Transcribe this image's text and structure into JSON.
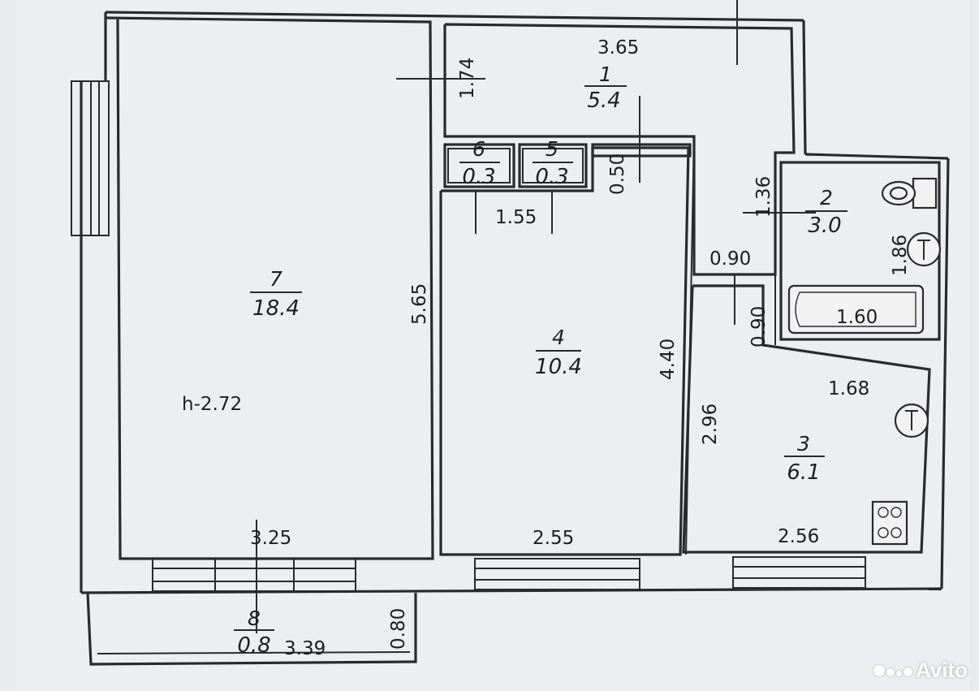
{
  "rooms": [
    {
      "id": "1",
      "number": "1",
      "area": "5.4"
    },
    {
      "id": "2",
      "number": "2",
      "area": "3.0"
    },
    {
      "id": "3",
      "number": "3",
      "area": "6.1"
    },
    {
      "id": "4",
      "number": "4",
      "area": "10.4"
    },
    {
      "id": "5",
      "number": "5",
      "area": "0.3"
    },
    {
      "id": "6",
      "number": "6",
      "area": "0.3"
    },
    {
      "id": "7",
      "number": "7",
      "area": "18.4"
    },
    {
      "id": "8",
      "number": "8",
      "area": "0.8"
    }
  ],
  "ceiling_height": "h-2.72",
  "dimensions": {
    "d_3_65": "3.65",
    "d_1_74": "1.74",
    "d_0_50": "0.50",
    "d_1_55": "1.55",
    "d_1_36": "1.36",
    "d_0_90_h": "0.90",
    "d_0_90_v": "0.90",
    "d_1_86": "1.86",
    "d_1_60": "1.60",
    "d_5_65": "5.65",
    "d_4_40": "4.40",
    "d_1_68": "1.68",
    "d_2_96": "2.96",
    "d_3_25": "3.25",
    "d_2_55": "2.55",
    "d_2_56": "2.56",
    "d_3_39": "3.39",
    "d_0_80": "0.80"
  },
  "watermark": {
    "brand": "Avito"
  },
  "colors": {
    "paper": "#eceef0",
    "ink": "#2a2a2e",
    "background": "#e9eaec"
  }
}
